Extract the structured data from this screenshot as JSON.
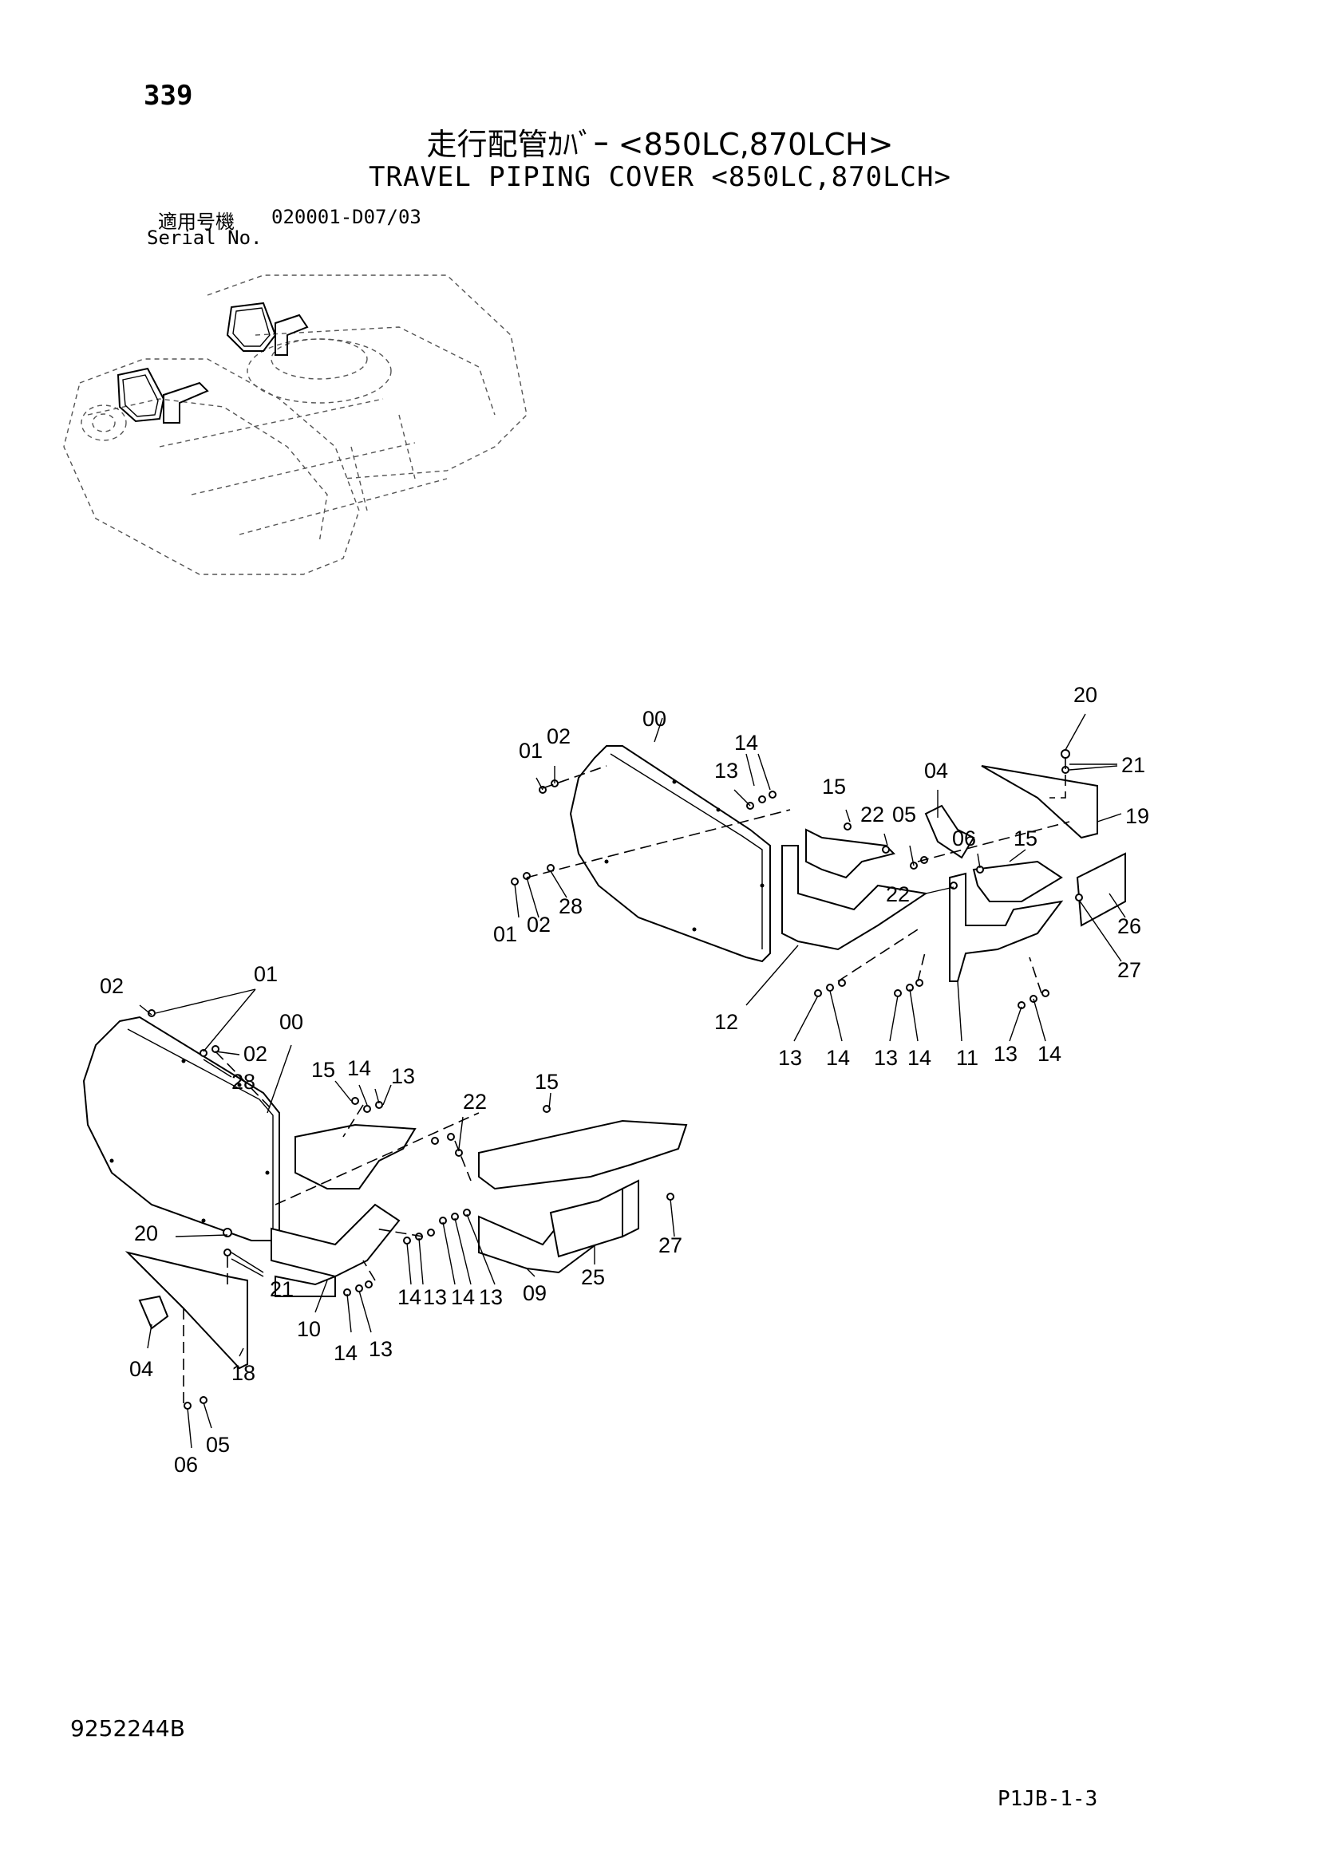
{
  "header": {
    "page_number": "339",
    "title_jp": "走行配管ｶﾊﾞｰ <850LC,870LCH>",
    "title_en": "TRAVEL PIPING COVER <850LC,870LCH>",
    "serial_label_jp": "適用号機",
    "serial_label_en": "Serial No.",
    "serial_value": "020001-D07/03"
  },
  "footer": {
    "doc_code": "9252244B",
    "page_ref": "P1JB-1-3"
  },
  "callouts_right": [
    "20",
    "21",
    "19",
    "14",
    "13",
    "15",
    "00",
    "01",
    "02",
    "04",
    "05",
    "06",
    "15",
    "22",
    "22",
    "12",
    "26",
    "27",
    "28",
    "01",
    "02",
    "13",
    "14",
    "13",
    "14",
    "11",
    "13",
    "14"
  ],
  "callouts_left": [
    "02",
    "01",
    "00",
    "02",
    "28",
    "15",
    "14",
    "13",
    "22",
    "15",
    "20",
    "21",
    "04",
    "18",
    "10",
    "14",
    "13",
    "14",
    "13",
    "14",
    "13",
    "09",
    "25",
    "27",
    "05",
    "06"
  ]
}
